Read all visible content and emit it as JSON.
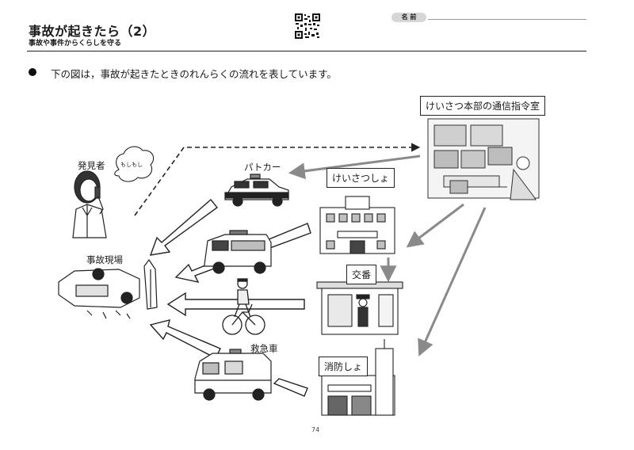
{
  "header": {
    "title": "事故が起きたら（2）",
    "subtitle": "事故や事件からくらしを守る",
    "name_label": "名 前"
  },
  "intro_text": "下の図は，事故が起きたときのれんらくの流れを表しています。",
  "labels": {
    "hq": "けいさつ本部の通信指令室",
    "patrol": "パトカー",
    "police_station": "けいさつしょ",
    "koban": "交番",
    "fire_station": "消防しょ",
    "ambulance": "救急車",
    "witness": "発見者",
    "scene": "事故現場",
    "speech": "もしもし"
  },
  "page_number": "74"
}
